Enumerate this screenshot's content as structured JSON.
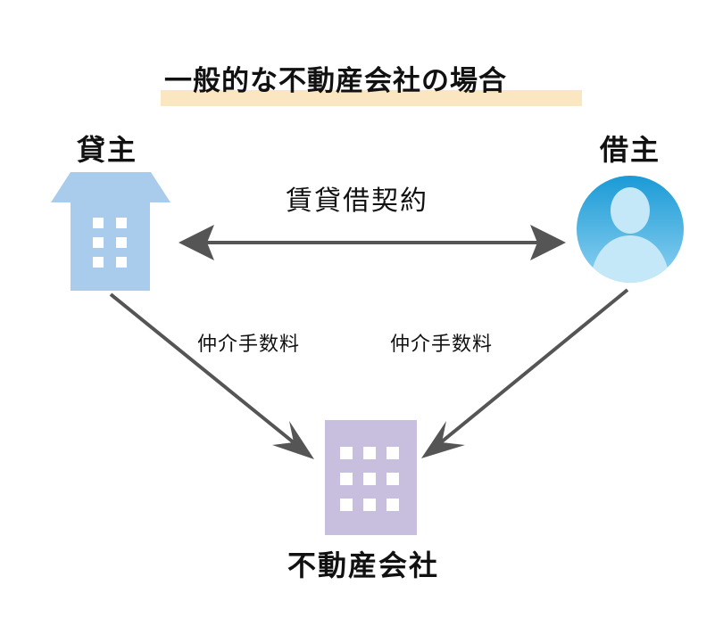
{
  "title": "一般的な不動産会社の場合",
  "nodes": {
    "lender": {
      "label": "貸主",
      "icon": "house-icon",
      "color": "#a9cbec"
    },
    "borrower": {
      "label": "借主",
      "icon": "person-avatar-icon",
      "color": "#1a9ad6"
    },
    "agency": {
      "label": "不動産会社",
      "icon": "office-building-icon",
      "color": "#c8bedd"
    }
  },
  "edges": {
    "contract": {
      "label": "賃貸借契約"
    },
    "lender_fee": {
      "label": "仲介手数料"
    },
    "borrower_fee": {
      "label": "仲介手数料"
    }
  },
  "colors": {
    "title_highlight": "#fbe6c2",
    "arrow": "#555555"
  }
}
